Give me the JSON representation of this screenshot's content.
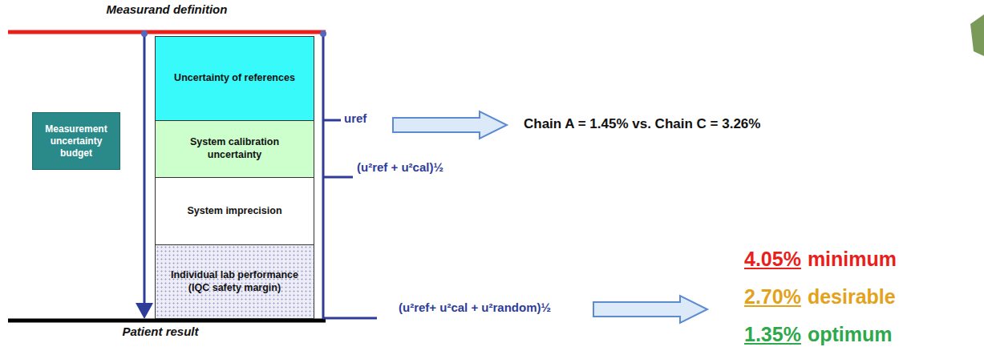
{
  "diagram": {
    "nodes": [
      {
        "text": [
          "Uncertainty of references"
        ]
      },
      {
        "text": [
          "System calibration uncertainty"
        ]
      },
      {
        "text": [
          "System imprecision"
        ]
      },
      {
        "text": [
          "Individual lab performance (IQC safety margin)"
        ]
      },
      {
        "text": [
          "Measurement uncertainty budget"
        ]
      }
    ],
    "labels": [
      "Measurand definition",
      "Patient result",
      "uref",
      "(u²ref + u²cal)½",
      "Chain A = 1.45% vs. Chain C = 3.26%",
      "(u²ref+ u²cal + u²random)½",
      "4.05%",
      "minimum",
      "2.70%",
      "desirable",
      "1.35%",
      "optimum"
    ]
  }
}
